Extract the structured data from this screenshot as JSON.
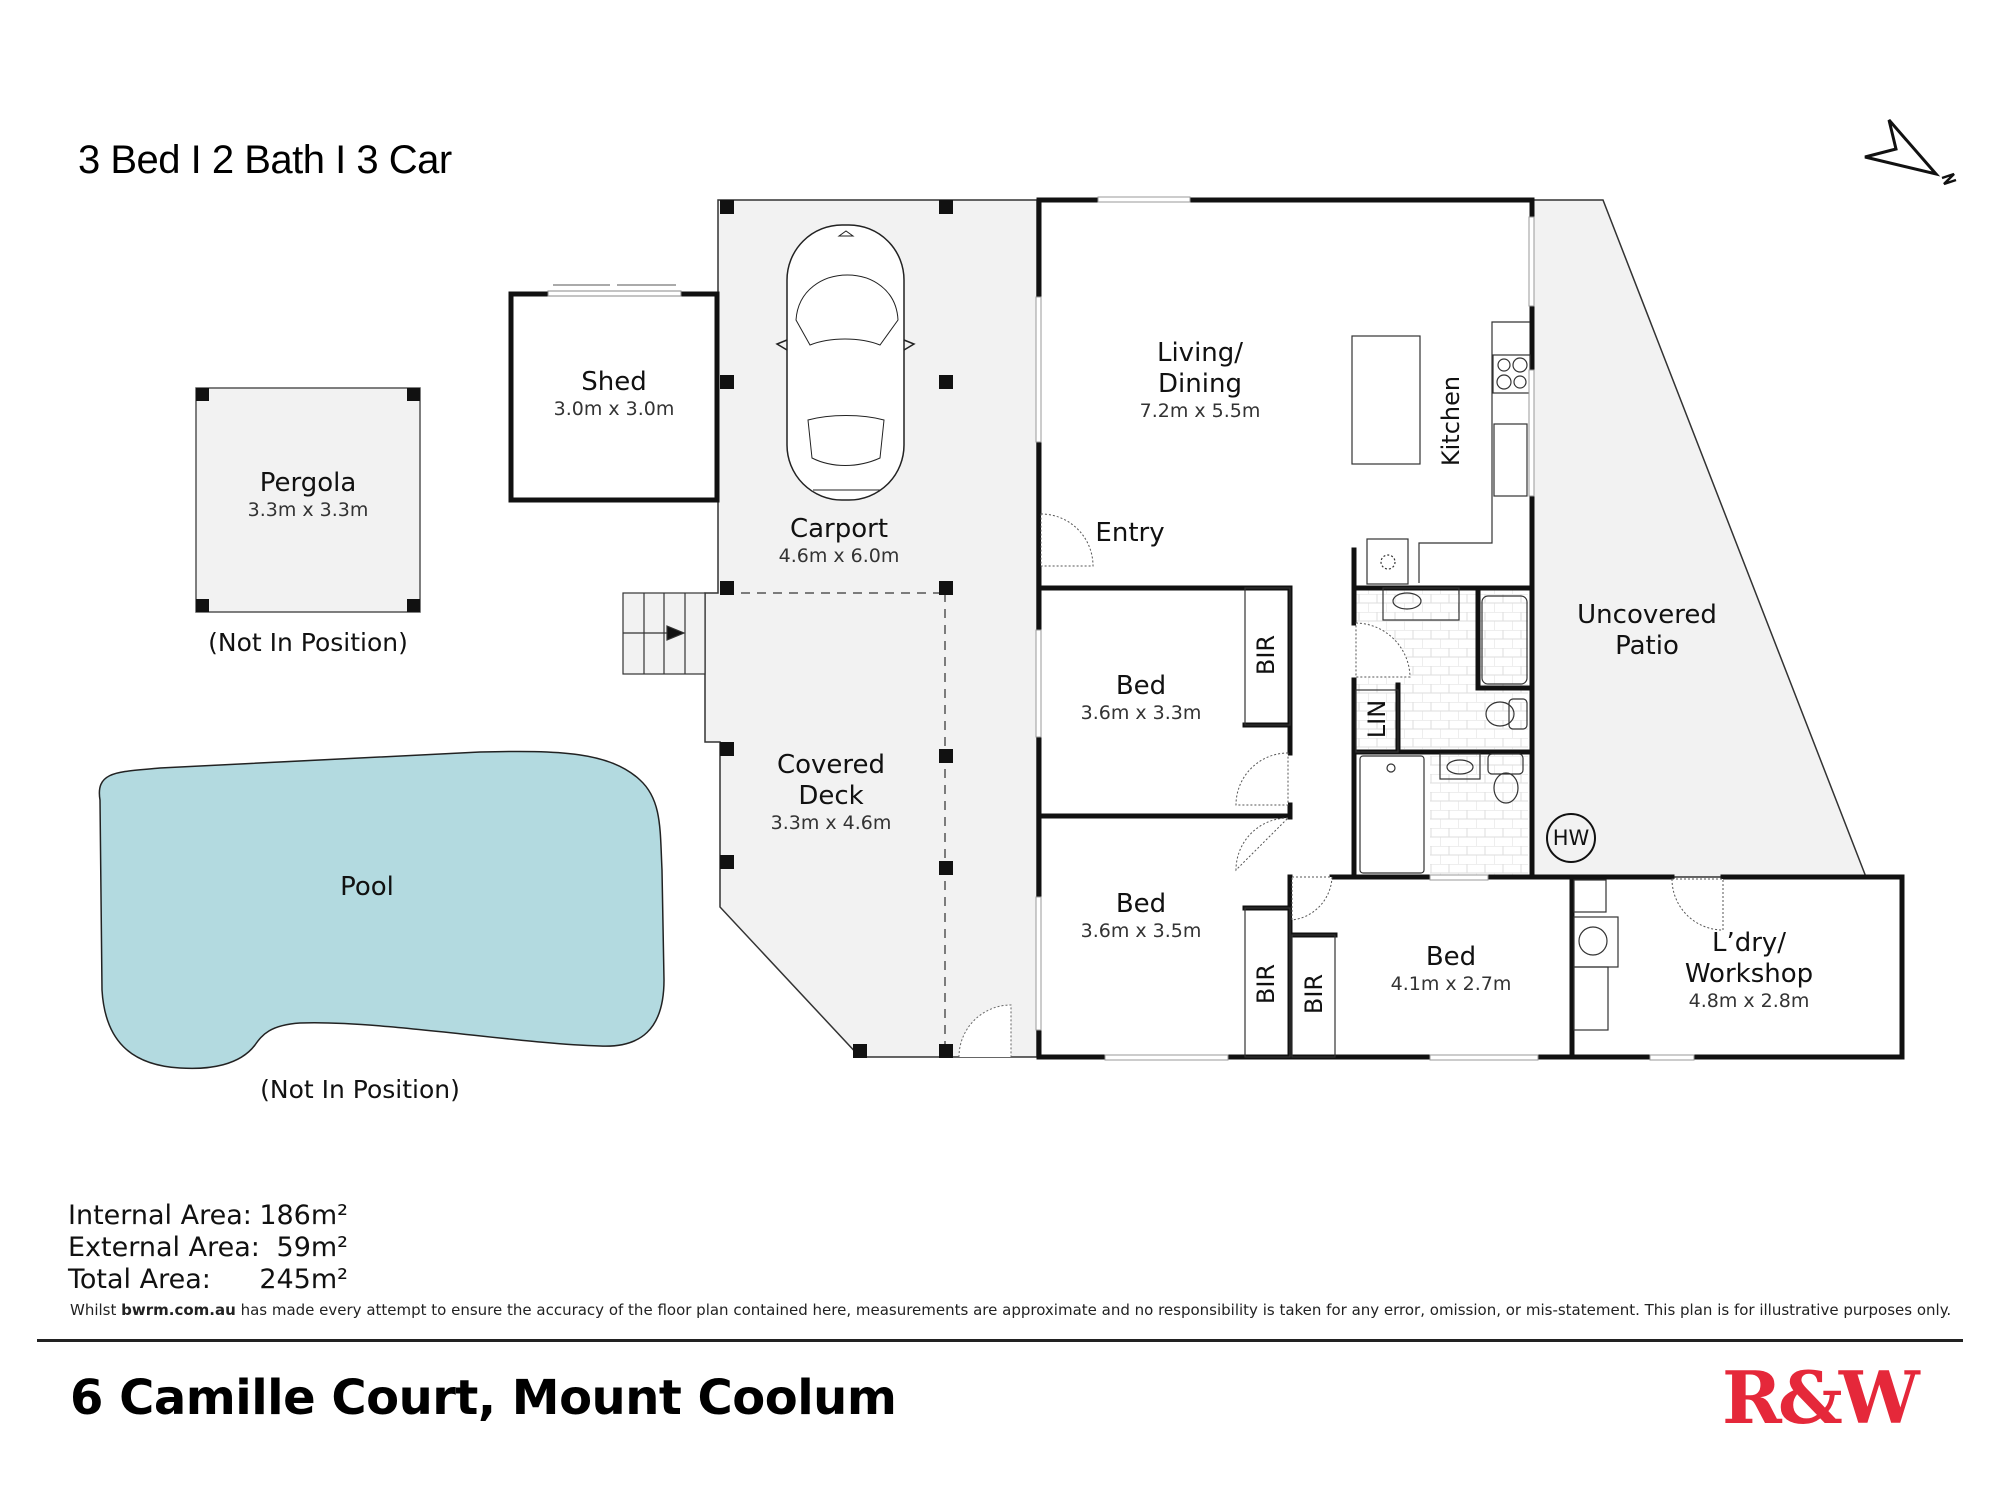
{
  "summary": "3 Bed I 2 Bath I 3 Car",
  "compass": {
    "label": "N",
    "icon": "north-arrow-icon"
  },
  "rooms": {
    "pergola": {
      "name": "Pergola",
      "dims": "3.3m x 3.3m",
      "note": "(Not In Position)"
    },
    "shed": {
      "name": "Shed",
      "dims": "3.0m x 3.0m"
    },
    "carport": {
      "name": "Carport",
      "dims": "4.6m x 6.0m"
    },
    "living": {
      "name1": "Living/",
      "name2": "Dining",
      "dims": "7.2m x 5.5m"
    },
    "kitchen": {
      "name": "Kitchen"
    },
    "entry": {
      "name": "Entry"
    },
    "covered_deck": {
      "name1": "Covered",
      "name2": "Deck",
      "dims": "3.3m x 4.6m"
    },
    "bed1": {
      "name": "Bed",
      "dims": "3.6m x 3.3m",
      "bir": "BIR"
    },
    "bed2": {
      "name": "Bed",
      "dims": "3.6m x 3.5m",
      "bir": "BIR"
    },
    "bed3": {
      "name": "Bed",
      "dims": "4.1m x 2.7m",
      "bir": "BIR"
    },
    "linen": {
      "name": "LIN"
    },
    "patio": {
      "name1": "Uncovered",
      "name2": "Patio"
    },
    "hot_water": {
      "name": "HW"
    },
    "laundry": {
      "name1": "L’dry/",
      "name2": "Workshop",
      "dims": "4.8m x 2.8m"
    },
    "pool": {
      "name": "Pool",
      "note": "(Not In Position)"
    }
  },
  "areas": {
    "internal": {
      "label": "Internal Area:",
      "value": "186m²"
    },
    "external": {
      "label": "External Area:",
      "value": "59m²"
    },
    "total": {
      "label": "Total Area:",
      "value": "245m²"
    }
  },
  "disclaimer": {
    "prefix": "Whilst ",
    "site": "bwrm.com.au",
    "suffix": " has made every attempt to ensure the accuracy of the floor plan contained here, measurements are approximate and no responsibility is taken for any error, omission, or mis-statement. This plan is for illustrative purposes only."
  },
  "address": "6 Camille Court, Mount Coolum",
  "logo": "R&W",
  "colors": {
    "pool": "#b3dae0",
    "outdoor": "#f2f2f2",
    "wall": "#111111",
    "logo": "#e5283a"
  }
}
